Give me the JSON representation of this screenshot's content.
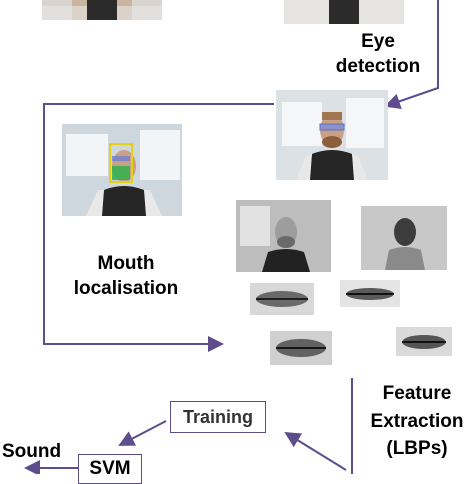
{
  "labels": {
    "eye_detection": [
      "Eye",
      "detection"
    ],
    "mouth_localisation": [
      "Mouth",
      "localisation"
    ],
    "feature_extraction": [
      "Feature",
      "Extraction",
      "(LBPs)"
    ],
    "training": "Training",
    "sound": "Sound",
    "svm": "SVM"
  },
  "colors": {
    "arrow": "#5d4d8c",
    "face_box": "#e3d20f",
    "mouth_box": "#2fb04c",
    "eye_band": "#6e7fd6"
  }
}
